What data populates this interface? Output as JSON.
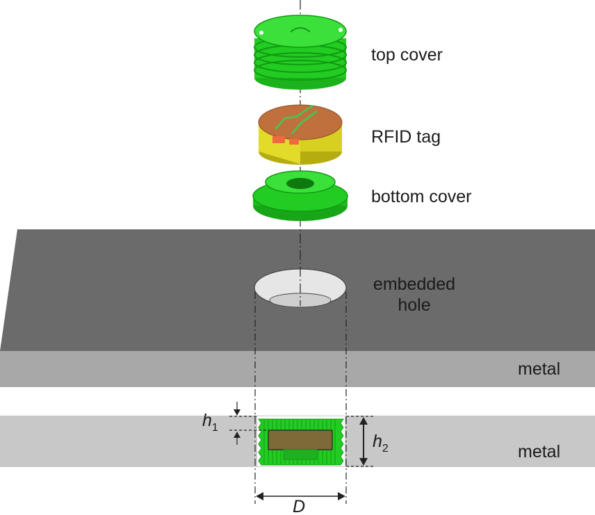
{
  "labels": {
    "top_cover": "top cover",
    "rfid_tag": "RFID tag",
    "bottom_cover": "bottom cover",
    "embedded_hole_line1": "embedded",
    "embedded_hole_line2": "hole",
    "metal_upper": "metal",
    "metal_lower": "metal"
  },
  "dimensions": {
    "h1_symbol": "h",
    "h1_subscript": "1",
    "h2_symbol": "h",
    "h2_subscript": "2",
    "d_symbol": "D"
  },
  "colors": {
    "cover_green": "#22cc22",
    "cover_green_dark": "#129a12",
    "tag_copper": "#c0703c",
    "tag_yellow": "#d8d020",
    "metal_top": "#6b6b6b",
    "metal_side": "#a8a8a8",
    "metal_section": "#c8c8c8"
  }
}
